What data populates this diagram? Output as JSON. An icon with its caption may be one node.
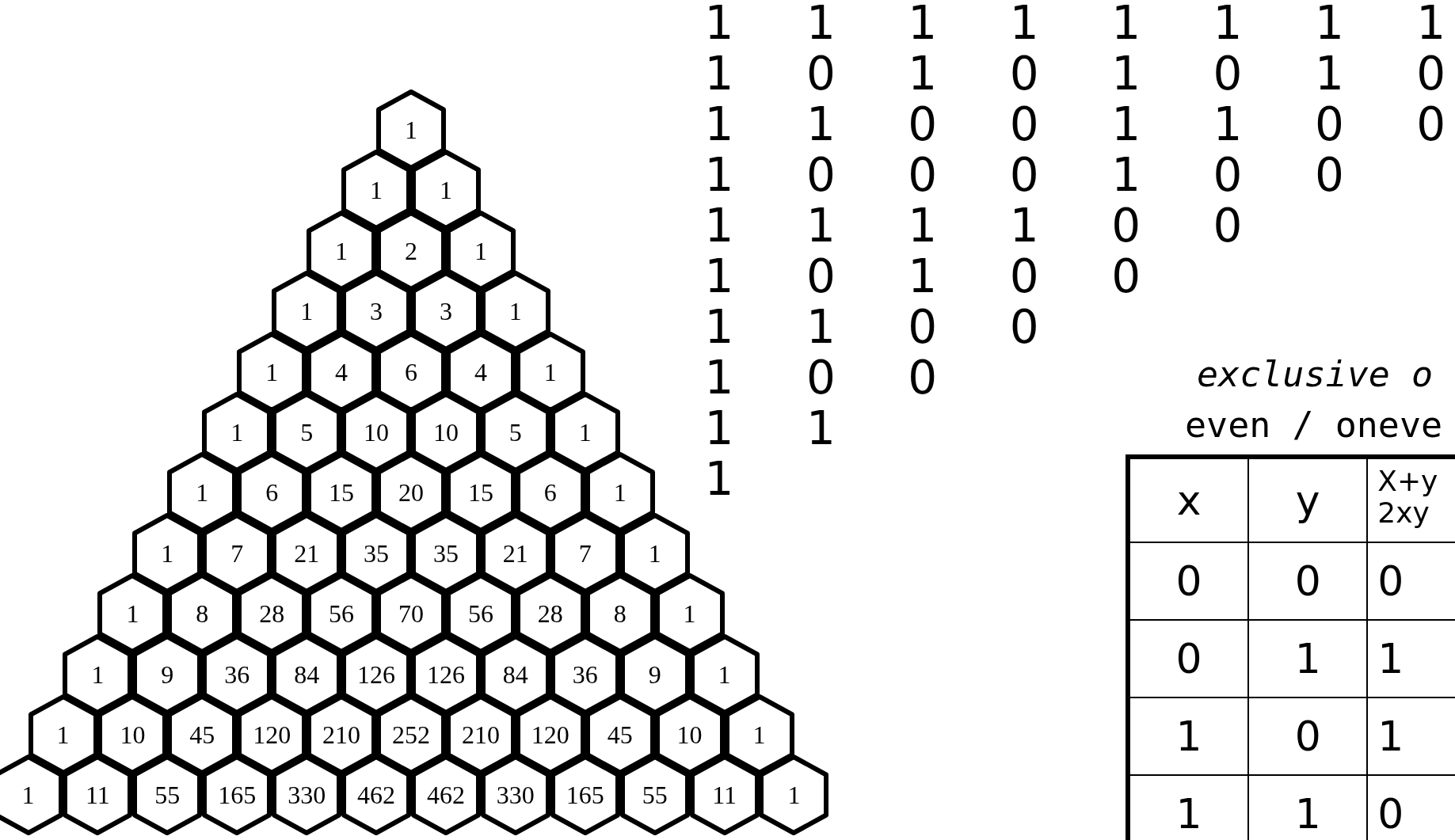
{
  "diagram": {
    "nodes": [
      {
        "text": [
          "1"
        ]
      },
      {
        "text": [
          "1"
        ]
      },
      {
        "text": [
          "1"
        ]
      },
      {
        "text": [
          "1"
        ]
      },
      {
        "text": [
          "2"
        ]
      },
      {
        "text": [
          "1"
        ]
      },
      {
        "text": [
          "1"
        ]
      },
      {
        "text": [
          "3"
        ]
      },
      {
        "text": [
          "3"
        ]
      },
      {
        "text": [
          "1"
        ]
      },
      {
        "text": [
          "1"
        ]
      },
      {
        "text": [
          "4"
        ]
      },
      {
        "text": [
          "6"
        ]
      },
      {
        "text": [
          "4"
        ]
      },
      {
        "text": [
          "1"
        ]
      },
      {
        "text": [
          "1"
        ]
      },
      {
        "text": [
          "5"
        ]
      },
      {
        "text": [
          "10"
        ]
      },
      {
        "text": [
          "10"
        ]
      },
      {
        "text": [
          "5"
        ]
      },
      {
        "text": [
          "1"
        ]
      },
      {
        "text": [
          "1"
        ]
      },
      {
        "text": [
          "6"
        ]
      },
      {
        "text": [
          "15"
        ]
      },
      {
        "text": [
          "20"
        ]
      },
      {
        "text": [
          "15"
        ]
      },
      {
        "text": [
          "6"
        ]
      },
      {
        "text": [
          "1"
        ]
      },
      {
        "text": [
          "1"
        ]
      },
      {
        "text": [
          "7"
        ]
      },
      {
        "text": [
          "21"
        ]
      },
      {
        "text": [
          "35"
        ]
      },
      {
        "text": [
          "35"
        ]
      },
      {
        "text": [
          "21"
        ]
      },
      {
        "text": [
          "7"
        ]
      },
      {
        "text": [
          "1"
        ]
      },
      {
        "text": [
          "1"
        ]
      },
      {
        "text": [
          "8"
        ]
      },
      {
        "text": [
          "28"
        ]
      },
      {
        "text": [
          "56"
        ]
      },
      {
        "text": [
          "70"
        ]
      },
      {
        "text": [
          "56"
        ]
      },
      {
        "text": [
          "28"
        ]
      },
      {
        "text": [
          "8"
        ]
      },
      {
        "text": [
          "1"
        ]
      },
      {
        "text": [
          "1"
        ]
      },
      {
        "text": [
          "9"
        ]
      },
      {
        "text": [
          "36"
        ]
      },
      {
        "text": [
          "84"
        ]
      },
      {
        "text": [
          "126"
        ]
      },
      {
        "text": [
          "126"
        ]
      },
      {
        "text": [
          "84"
        ]
      },
      {
        "text": [
          "36"
        ]
      },
      {
        "text": [
          "9"
        ]
      },
      {
        "text": [
          "1"
        ]
      },
      {
        "text": [
          "1"
        ]
      },
      {
        "text": [
          "10"
        ]
      },
      {
        "text": [
          "45"
        ]
      },
      {
        "text": [
          "120"
        ]
      },
      {
        "text": [
          "210"
        ]
      },
      {
        "text": [
          "252"
        ]
      },
      {
        "text": [
          "210"
        ]
      },
      {
        "text": [
          "120"
        ]
      },
      {
        "text": [
          "45"
        ]
      },
      {
        "text": [
          "10"
        ]
      },
      {
        "text": [
          "1"
        ]
      },
      {
        "text": [
          "1"
        ]
      },
      {
        "text": [
          "11"
        ]
      },
      {
        "text": [
          "55"
        ]
      },
      {
        "text": [
          "165"
        ]
      },
      {
        "text": [
          "330"
        ]
      },
      {
        "text": [
          "462"
        ]
      },
      {
        "text": [
          "462"
        ]
      },
      {
        "text": [
          "330"
        ]
      },
      {
        "text": [
          "165"
        ]
      },
      {
        "text": [
          "55"
        ]
      },
      {
        "text": [
          "11"
        ]
      },
      {
        "text": [
          "1"
        ]
      }
    ],
    "labels": [
      "1",
      "1",
      "1",
      "1",
      "1",
      "1",
      "1",
      "1",
      "1",
      "0",
      "1",
      "0",
      "1",
      "0",
      "1",
      "0",
      "1",
      "1",
      "0",
      "0",
      "1",
      "1",
      "0",
      "0",
      "1",
      "0",
      "0",
      "0",
      "1",
      "0",
      "0",
      "1",
      "1",
      "1",
      "1",
      "0",
      "0",
      "1",
      "0",
      "1",
      "0",
      "0",
      "1",
      "1",
      "0",
      "0",
      "1",
      "0",
      "0",
      "1",
      "1",
      "1",
      "exclusive o",
      "even / oneve",
      "x",
      "y",
      "X+y 2xy",
      "0",
      "0",
      "0",
      "0",
      "1",
      "1",
      "1",
      "0",
      "1",
      "1",
      "1",
      "0"
    ]
  }
}
